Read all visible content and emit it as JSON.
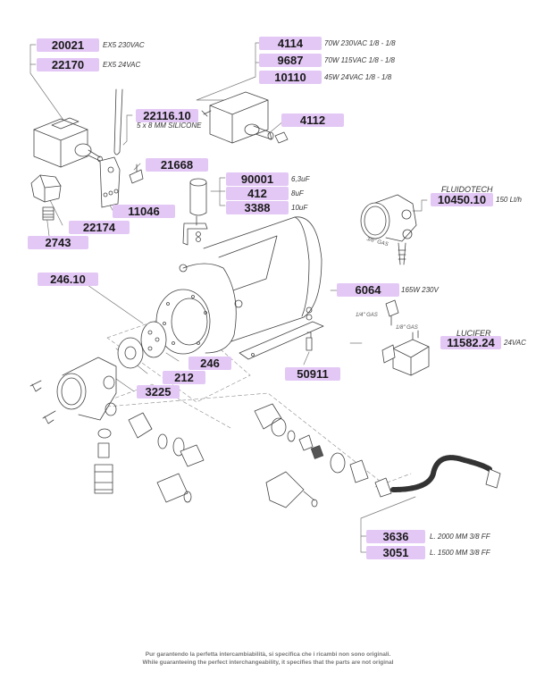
{
  "diagram": {
    "type": "exploded-parts-diagram",
    "label_color": "#e3c8f5",
    "parts": [
      {
        "id": "p20021",
        "code": "20021",
        "desc": "EX5   230VAC"
      },
      {
        "id": "p22170",
        "code": "22170",
        "desc": "EX5   24VAC"
      },
      {
        "id": "p4114",
        "code": "4114",
        "desc": "70W 230VAC   1/8 - 1/8"
      },
      {
        "id": "p9687",
        "code": "9687",
        "desc": "70W 115VAC   1/8 - 1/8"
      },
      {
        "id": "p10110",
        "code": "10110",
        "desc": "45W 24VAC   1/8 - 1/8"
      },
      {
        "id": "p22116",
        "code": "22116.10",
        "desc": "5 x 8 MM   SILICONE"
      },
      {
        "id": "p4112",
        "code": "4112",
        "desc": ""
      },
      {
        "id": "p21668",
        "code": "21668",
        "desc": ""
      },
      {
        "id": "p90001",
        "code": "90001",
        "desc": "6,3uF"
      },
      {
        "id": "p412",
        "code": "412",
        "desc": "8uF"
      },
      {
        "id": "p3388",
        "code": "3388",
        "desc": "10uF"
      },
      {
        "id": "p11046",
        "code": "11046",
        "desc": ""
      },
      {
        "id": "p22174",
        "code": "22174",
        "desc": ""
      },
      {
        "id": "p2743",
        "code": "2743",
        "desc": ""
      },
      {
        "id": "p10450",
        "code": "10450.10",
        "desc": "150 Lt/h",
        "brand": "FLUIDOTECH"
      },
      {
        "id": "p246_10",
        "code": "246.10",
        "desc": ""
      },
      {
        "id": "p6064",
        "code": "6064",
        "desc": "165W   230V"
      },
      {
        "id": "p11582",
        "code": "11582.24",
        "desc": "24VAC",
        "brand": "LUCIFER"
      },
      {
        "id": "p246",
        "code": "246",
        "desc": ""
      },
      {
        "id": "p212",
        "code": "212",
        "desc": ""
      },
      {
        "id": "p50911",
        "code": "50911",
        "desc": ""
      },
      {
        "id": "p3225",
        "code": "3225",
        "desc": ""
      },
      {
        "id": "p3636",
        "code": "3636",
        "desc": "L. 2000 MM   3/8 FF"
      },
      {
        "id": "p3051",
        "code": "3051",
        "desc": "L. 1500 MM   3/8 FF"
      }
    ],
    "annotations": {
      "gas_38": "3/8\" GAS",
      "gas_14": "1/4\" GAS",
      "gas_18": "1/8\" GAS"
    }
  },
  "footer": {
    "line_it": "Pur garantendo la perfetta intercambiabilità, si specifica che i ricambi non sono originali.",
    "line_en": "While guaranteeing the perfect interchangeability, it specifies that the parts are not original"
  }
}
